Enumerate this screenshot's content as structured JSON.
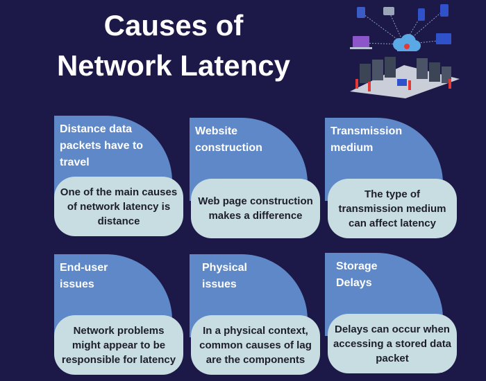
{
  "title": {
    "line1": "Causes of",
    "line2": "Network Latency"
  },
  "cards": [
    {
      "heading": "Distance data packets have to travel",
      "description": "One of the main causes of network latency is distance"
    },
    {
      "heading": "Website construction",
      "description": "Web page construction makes a difference"
    },
    {
      "heading": "Transmission medium",
      "description": "The type of transmission medium can affect latency"
    },
    {
      "heading": "End-user issues",
      "description": "Network problems might appear to be responsible for latency"
    },
    {
      "heading": "Physical issues",
      "description": "In a physical context, common causes of lag are the components"
    },
    {
      "heading": "Storage Delays",
      "description": "Delays can occur when accessing a stored data packet"
    }
  ],
  "colors": {
    "background": "#1c1847",
    "petal": "#5f88c8",
    "pill": "#c7dde2",
    "accent": "#e53935"
  }
}
